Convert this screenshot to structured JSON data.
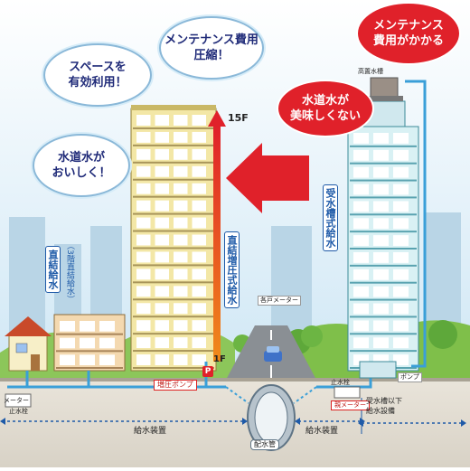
{
  "bubbles": {
    "space": "スペースを\n有効利用！",
    "cost_down": "メンテナンス費用\n圧縮！",
    "tasty": "水道水が\nおいしく！",
    "cost_up": "メンテナンス\n費用がかかる",
    "not_tasty": "水道水が\n美味しくない"
  },
  "labels": {
    "direct_boost": "直結増圧式給水",
    "tank_type": "受水槽式給水",
    "direct": "直結給水",
    "direct_note": "（3階直結給水）",
    "floor_top": "15F",
    "floor_bottom": "1F",
    "boost_pump": "増圧ポンプ",
    "pump_marker": "P",
    "each_meter": "各戸メーター",
    "high_tank": "高置水槽",
    "pump": "ポンプ",
    "meter": "メーター",
    "stop_valve_left": "止水栓",
    "stop_valve_right": "止水栓",
    "parent_meter": "親メーター",
    "tank_below": "受水槽以下\n給水設備",
    "water_supply_left": "給水装置",
    "water_supply_right": "給水装置",
    "main_pipe": "配水管"
  },
  "colors": {
    "pipe": "#3a9fd8",
    "red_accent": "#e0212a",
    "tower_left": "#f3e7a6",
    "tower_right": "#d9f1f4",
    "sky": "#cfe7f5",
    "grass": "#7fbf4a"
  }
}
